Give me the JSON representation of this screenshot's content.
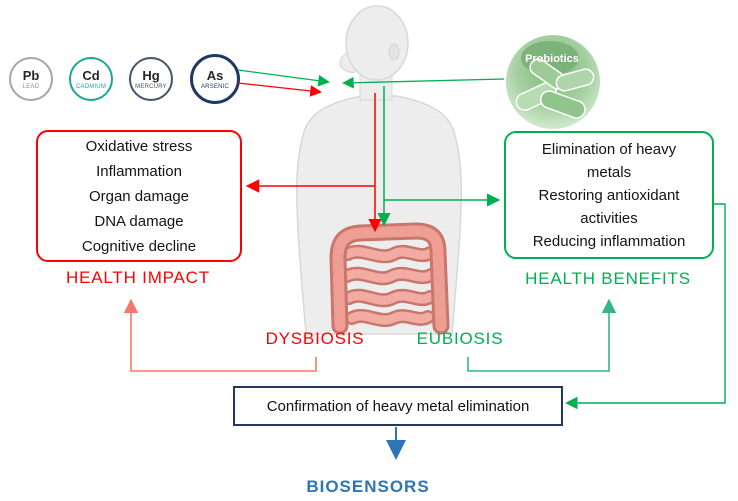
{
  "metals": [
    {
      "symbol": "Pb",
      "name": "LEAD",
      "color": "#a6a6a6"
    },
    {
      "symbol": "Cd",
      "name": "CADMIUM",
      "color": "#18a79b"
    },
    {
      "symbol": "Hg",
      "name": "MERCURY",
      "color": "#44546a"
    },
    {
      "symbol": "As",
      "name": "ARSENIC",
      "color": "#1f3864"
    }
  ],
  "probiotics": {
    "label": "Probiotics"
  },
  "impact_box": {
    "lines": [
      "Oxidative stress",
      "Inflammation",
      "Organ damage",
      "DNA damage",
      "Cognitive decline"
    ],
    "caption": "HEALTH IMPACT"
  },
  "benefits_box": {
    "lines": [
      "Elimination of heavy metals",
      "Restoring antioxidant activities",
      "Reducing inflammation"
    ],
    "caption": "HEALTH BENEFITS"
  },
  "labels": {
    "dysbiosis": "DYSBIOSIS",
    "eubiosis": "EUBIOSIS",
    "confirmation": "Confirmation of heavy metal elimination",
    "biosensors": "BIOSENSORS"
  },
  "colors": {
    "red": "#fe0000",
    "green": "#00b050",
    "light_red_connector": "#f4796b",
    "teal_green_connector": "#35b487",
    "blue": "#2e75b6",
    "navy_border": "#1f3864"
  }
}
